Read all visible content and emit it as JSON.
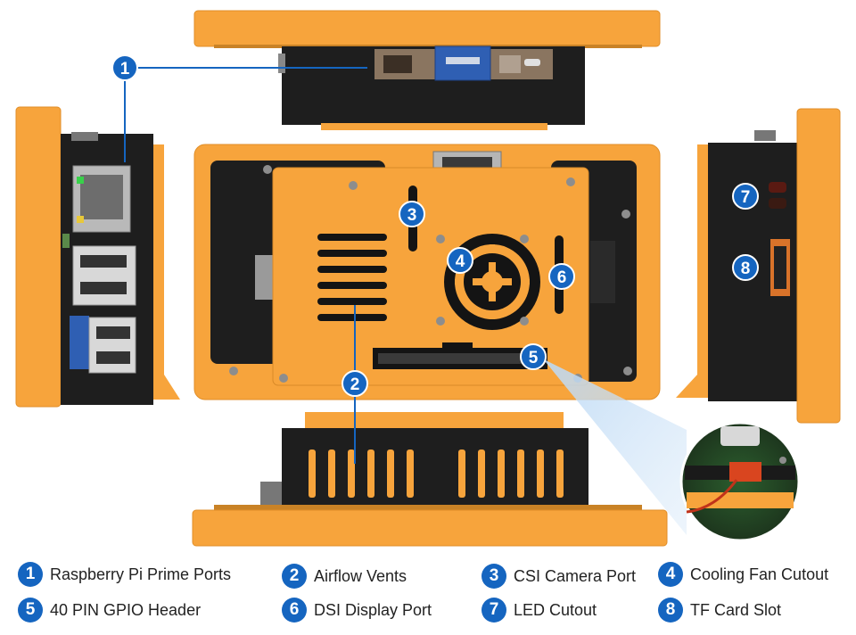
{
  "colors": {
    "case_orange": "#f7a43c",
    "case_orange_dark": "#e08e28",
    "board_black": "#1e1e1e",
    "marker_blue": "#1565c0",
    "callout_line": "#1565c0"
  },
  "legend": [
    {
      "number": "1",
      "label": "Raspberry Pi Prime Ports"
    },
    {
      "number": "2",
      "label": "Airflow Vents"
    },
    {
      "number": "3",
      "label": "CSI Camera Port"
    },
    {
      "number": "4",
      "label": "Cooling Fan Cutout"
    },
    {
      "number": "5",
      "label": "40 PIN GPIO Header"
    },
    {
      "number": "6",
      "label": "DSI Display Port"
    },
    {
      "number": "7",
      "label": "LED Cutout"
    },
    {
      "number": "8",
      "label": "TF Card Slot"
    }
  ]
}
